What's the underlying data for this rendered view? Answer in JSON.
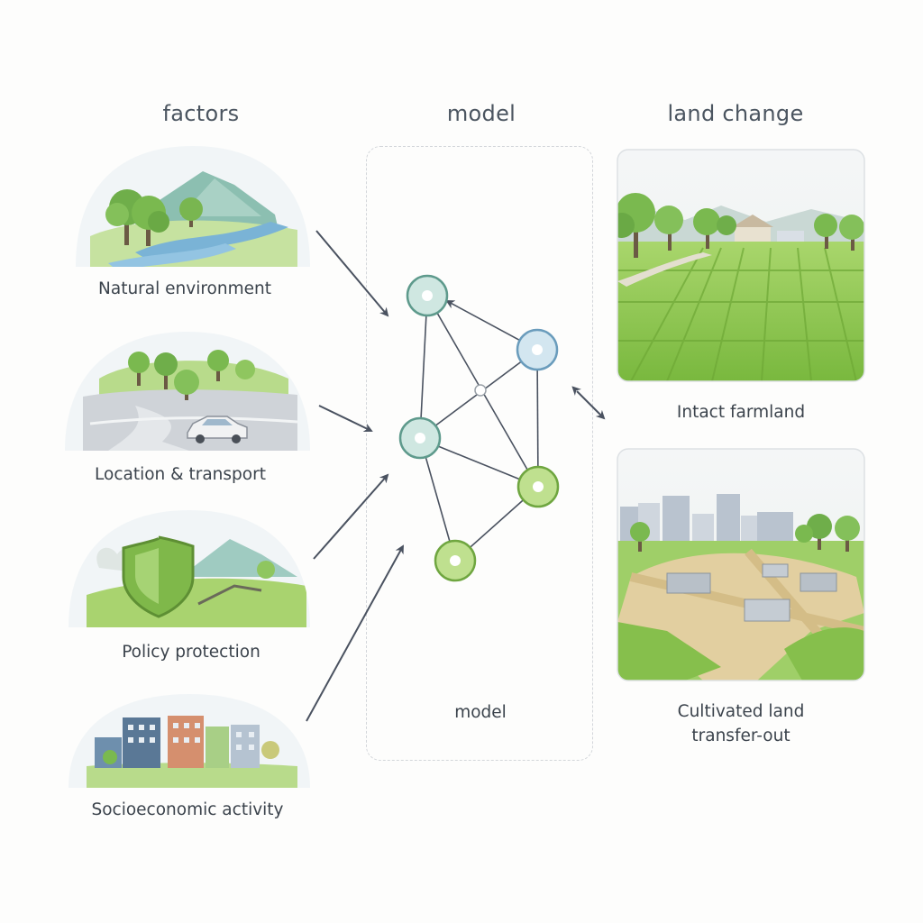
{
  "columns": {
    "factors": "factors",
    "model": "model",
    "land_change": "land change"
  },
  "factors": [
    {
      "label": "Natural environment",
      "icon": "natural-environment-icon"
    },
    {
      "label": "Location & transport",
      "icon": "road-car-icon"
    },
    {
      "label": "Policy protection",
      "icon": "shield-icon"
    },
    {
      "label": "Socioeconomic activity",
      "icon": "city-buildings-icon"
    }
  ],
  "model": {
    "label": "model"
  },
  "outcomes": [
    {
      "label": "Intact farmland",
      "image": "farmland-image"
    },
    {
      "label_line1": "Cultivated land",
      "label_line2": "transfer-out",
      "image": "construction-site-image"
    }
  ],
  "colors": {
    "teal": "#5fb3a4",
    "blue": "#6fa3c7",
    "green": "#8bc34a",
    "arrow": "#4a5260"
  }
}
